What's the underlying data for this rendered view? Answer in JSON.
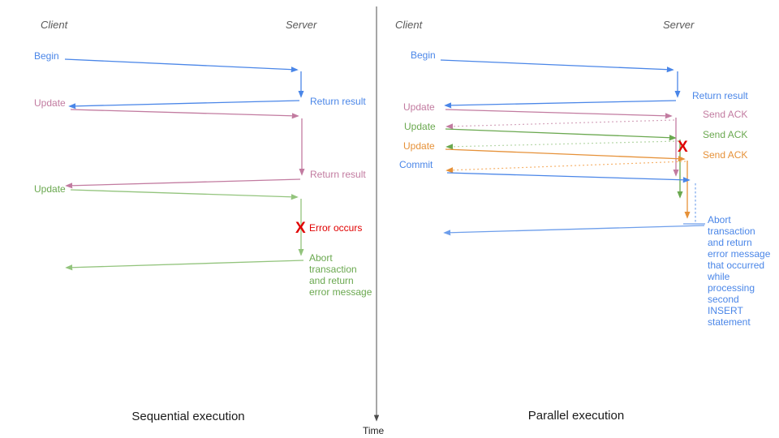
{
  "time_axis": {
    "label": "Time"
  },
  "colors": {
    "blue": "#4a86e8",
    "light_blue": "#6d9eeb",
    "pink": "#c27ba0",
    "light_pink": "#d5a6bd",
    "green": "#6aa84f",
    "light_green": "#93c47d",
    "pale_green": "#b6d7a8",
    "orange": "#e69138",
    "light_orange": "#f6b26b",
    "red": "#e00000",
    "header_gray": "#595959",
    "axis_gray": "#4d4d4d"
  },
  "left": {
    "title": "Sequential execution",
    "client_header": "Client",
    "server_header": "Server",
    "messages": {
      "begin": "Begin",
      "return_result1": "Return result",
      "update1": "Update",
      "return_result2": "Return result",
      "update2": "Update",
      "error_mark": "X",
      "error_label": "Error occurs",
      "abort_note": "Abort\ntransaction\nand return\nerror message"
    }
  },
  "right": {
    "title": "Parallel execution",
    "client_header": "Client",
    "server_header": "Server",
    "messages": {
      "begin": "Begin",
      "return_result": "Return result",
      "update1": "Update",
      "ack1": "Send ACK",
      "update2": "Update",
      "ack2": "Send ACK",
      "update3": "Update",
      "ack3": "Send ACK",
      "commit": "Commit",
      "error_mark": "X",
      "abort_note": "Abort\ntransaction\nand return\nerror message\nthat occurred\nwhile\nprocessing\nsecond\nINSERT\nstatement"
    }
  }
}
